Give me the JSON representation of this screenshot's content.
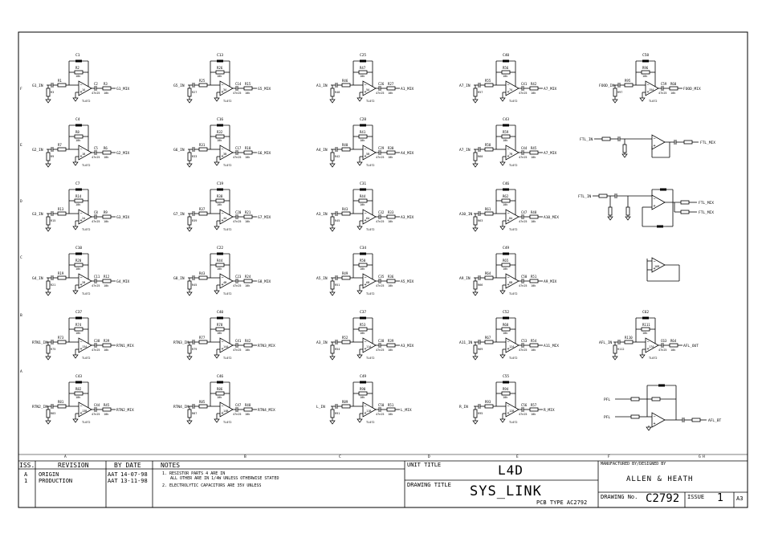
{
  "grid": {
    "cols": [
      "A",
      "B",
      "C",
      "D",
      "E",
      "F",
      "G",
      "H"
    ],
    "rows": [
      "F",
      "E",
      "D",
      "C",
      "B",
      "A"
    ]
  },
  "stages": [
    {
      "in": "G1_IN",
      "out": "G1_MIX",
      "r1": "R1",
      "r2": "R2",
      "r3": "R3",
      "c1": "C1",
      "c2": "C2",
      "c3": "C3",
      "ic": "IC1A",
      "part": "TL072"
    },
    {
      "in": "G2_IN",
      "out": "G2_MIX",
      "r1": "R7",
      "r2": "R8",
      "r3": "R9",
      "c1": "C4",
      "c2": "C5",
      "c3": "C6",
      "ic": "IC1B",
      "part": "TL072"
    },
    {
      "in": "G3_IN",
      "out": "G3_MIX",
      "r1": "R13",
      "r2": "R14",
      "r3": "R15",
      "c1": "C7",
      "c2": "C8",
      "c3": "C9",
      "ic": "IC2A",
      "part": "TL072"
    },
    {
      "in": "G4_IN",
      "out": "G4_MIX",
      "r1": "R19",
      "r2": "R20",
      "r3": "R21",
      "c1": "C10",
      "c2": "C11",
      "c3": "C12",
      "ic": "IC2B",
      "part": "TL072"
    },
    {
      "in": "RTN1_IN",
      "out": "RTN1_MIX",
      "r1": "R73",
      "r2": "R74",
      "r3": "R75",
      "c1": "C37",
      "c2": "C38",
      "c3": "C39",
      "ic": "IC13A",
      "part": "TL072"
    },
    {
      "in": "RTN2_IN",
      "out": "RTN2_MIX",
      "r1": "R81",
      "r2": "R82",
      "r3": "R83",
      "c1": "C43",
      "c2": "C44",
      "c3": "C45",
      "ic": "IC13B",
      "part": "TL072"
    },
    {
      "in": "G5_IN",
      "out": "G5_MIX",
      "r1": "R25",
      "r2": "R26",
      "r3": "R27",
      "c1": "C13",
      "c2": "C14",
      "c3": "C15",
      "ic": "IC3A",
      "part": "TL072"
    },
    {
      "in": "G6_IN",
      "out": "G6_MIX",
      "r1": "R31",
      "r2": "R32",
      "r3": "R33",
      "c1": "C16",
      "c2": "C17",
      "c3": "C18",
      "ic": "IC3B",
      "part": "TL072"
    },
    {
      "in": "G7_IN",
      "out": "G7_MIX",
      "r1": "R37",
      "r2": "R38",
      "r3": "R39",
      "c1": "C19",
      "c2": "C20",
      "c3": "C21",
      "ic": "IC4A",
      "part": "TL072"
    },
    {
      "in": "G8_IN",
      "out": "G8_MIX",
      "r1": "R43",
      "r2": "R44",
      "r3": "R45",
      "c1": "C22",
      "c2": "C23",
      "c3": "C24",
      "ic": "IC4B",
      "part": "TL072"
    },
    {
      "in": "RTN3_IN",
      "out": "RTN3_MIX",
      "r1": "R77",
      "r2": "R78",
      "r3": "R79",
      "c1": "C40",
      "c2": "C41",
      "c3": "C42",
      "ic": "IC14A",
      "part": "TL072"
    },
    {
      "in": "RTN4_IN",
      "out": "RTN4_MIX",
      "r1": "R85",
      "r2": "R86",
      "r3": "R87",
      "c1": "C46",
      "c2": "C47",
      "c3": "C48",
      "ic": "IC14B",
      "part": "TL072"
    },
    {
      "in": "A1_IN",
      "out": "A1_MIX",
      "r1": "R46",
      "r2": "R47",
      "r3": "R48",
      "c1": "C25",
      "c2": "C26",
      "c3": "C27",
      "ic": "IC5A",
      "part": "TL072"
    },
    {
      "in": "A4_IN",
      "out": "A4_MIX",
      "r1": "R40",
      "r2": "R41",
      "r3": "R42",
      "c1": "C28",
      "c2": "C29",
      "c3": "C30",
      "ic": "IC5B",
      "part": "TL072"
    },
    {
      "in": "A3_IN",
      "out": "A3_MIX",
      "r1": "R43",
      "r2": "R44",
      "r3": "R45",
      "c1": "C31",
      "c2": "C32",
      "c3": "C33",
      "ic": "IC6A",
      "part": "TL072"
    },
    {
      "in": "A5_IN",
      "out": "A5_MIX",
      "r1": "R49",
      "r2": "R50",
      "r3": "R51",
      "c1": "C34",
      "c2": "C35",
      "c3": "C36",
      "ic": "IC6B",
      "part": "TL072"
    },
    {
      "in": "A3_IN",
      "out": "A3_MIX",
      "r1": "R52",
      "r2": "R53",
      "r3": "R54",
      "c1": "C37",
      "c2": "C38",
      "c3": "C39",
      "ic": "IC11A",
      "part": "TL072"
    },
    {
      "in": "L_IN",
      "out": "L_MIX",
      "r1": "R89",
      "r2": "R90",
      "r3": "R91",
      "c1": "C49",
      "c2": "C50",
      "c3": "C51",
      "ic": "IC11B",
      "part": "TL072"
    },
    {
      "in": "A7_IN",
      "out": "A7_MIX",
      "r1": "R55",
      "r2": "R56",
      "r3": "R57",
      "c1": "C40",
      "c2": "C41",
      "c3": "C42",
      "ic": "IC7A",
      "part": "TL072"
    },
    {
      "in": "A7_IN",
      "out": "A7_MIX",
      "r1": "R58",
      "r2": "R59",
      "r3": "R60",
      "c1": "C43",
      "c2": "C44",
      "c3": "C45",
      "ic": "IC7B",
      "part": "TL072"
    },
    {
      "in": "A10_IN",
      "out": "A10_MIX",
      "r1": "R61",
      "r2": "R62",
      "r3": "R63",
      "c1": "C46",
      "c2": "C47",
      "c3": "C48",
      "ic": "IC8A",
      "part": "TL072"
    },
    {
      "in": "A9_IN",
      "out": "A9_MIX",
      "r1": "R64",
      "r2": "R65",
      "r3": "R66",
      "c1": "C49",
      "c2": "C50",
      "c3": "C51",
      "ic": "IC8B",
      "part": "TL072"
    },
    {
      "in": "A11_IN",
      "out": "A11_MIX",
      "r1": "R67",
      "r2": "R68",
      "r3": "R69",
      "c1": "C52",
      "c2": "C53",
      "c3": "C54",
      "ic": "IC12A",
      "part": "TL072"
    },
    {
      "in": "R_IN",
      "out": "R_MIX",
      "r1": "R93",
      "r2": "R94",
      "r3": "R95",
      "c1": "C55",
      "c2": "C56",
      "c3": "C57",
      "ic": "IC12B",
      "part": "TL072"
    },
    {
      "in": "FOOD_IN",
      "out": "FOOD_MIX",
      "r1": "R95",
      "r2": "R96",
      "r3": "R97",
      "c1": "C58",
      "c2": "C59",
      "c3": "C60",
      "ic": "IC15A",
      "part": "TL072"
    },
    {
      "in": "AFL_IN",
      "out": "AFL_OUT",
      "r1": "R110",
      "r2": "R111",
      "r3": "R112",
      "c1": "C62",
      "c2": "C63",
      "c3": "C64",
      "ic": "IC17A",
      "part": "TL072"
    }
  ],
  "misc": {
    "ftl_in": "FTL_IN",
    "ftl_mix": "FTL_MIX",
    "ftl_mix2": "FTL_MIX",
    "pfl_in": "PFL",
    "pfl_in2": "PFL",
    "afl_bt": "AFL_BT",
    "ic_spare": "IC16B",
    "r_value": "10k",
    "c_value": "47n25"
  },
  "title_block": {
    "iss_header": "ISS.",
    "revision_header": "REVISION",
    "by_date_header": "BY DATE",
    "notes_header": "NOTES",
    "issues": [
      {
        "iss": "A",
        "revision": "ORIGIN",
        "by": "AAT",
        "date": "14-07-98"
      },
      {
        "iss": "1",
        "revision": "PRODUCTION",
        "by": "AAT",
        "date": "13-11-98"
      }
    ],
    "notes": [
      "1. RESISTOR PARTS 4 ARE IN",
      "ALL OTHER ARE IN 1/4W UNLESS OTHERWISE STATED",
      "2. ELECTROLYTIC CAPACITORS ARE 35V UNLESS"
    ],
    "unit_title_label": "UNIT TITLE",
    "unit_title": "L4D",
    "drawing_title_label": "DRAWING TITLE",
    "drawing_title": "SYS_LINK",
    "pcb_type": "PCB TYPE AC2792",
    "manufacturer_label": "MANUFACTURED BY/DESIGNED BY",
    "manufacturer": "ALLEN & HEATH",
    "drawing_no_label": "DRAWING No.",
    "drawing_no": "C2792",
    "issue_label": "ISSUE",
    "issue": "1",
    "sheet_size": "A3"
  }
}
